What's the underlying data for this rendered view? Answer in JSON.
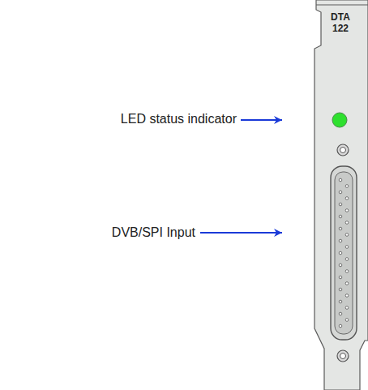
{
  "diagram": {
    "nodes": [
      {
        "text": [
          "DTA 122"
        ]
      }
    ],
    "labels": [
      "LED status indicator",
      "DVB/SPI Input"
    ]
  }
}
